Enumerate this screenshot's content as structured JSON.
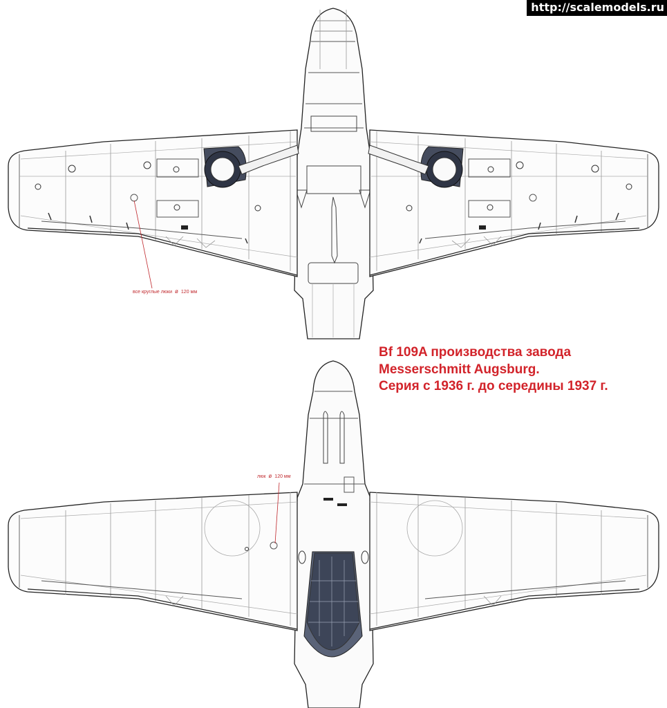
{
  "watermark": "http://scalemodels.ru",
  "title_lines": [
    "Bf 109A производства завода",
    "Messerschmitt Augsburg.",
    "Серия с 1936 г. до середины 1937 г."
  ],
  "annotations": {
    "upper_note": {
      "text_before": "все круглые люки",
      "symbol": "ø",
      "text_after": "120 мм"
    },
    "lower_note": {
      "text_before": "люк",
      "symbol": "ø",
      "text_after": "120 мм"
    }
  },
  "colors": {
    "title": "#d2232a",
    "leader_line": "#c0282d",
    "outline": "#333333",
    "panel_lines": "#8a8a8a",
    "wheel_well": "#454c5e"
  },
  "icons": {
    "upper_view": "aircraft-upper-view-icon",
    "lower_view": "aircraft-lower-view-icon"
  }
}
